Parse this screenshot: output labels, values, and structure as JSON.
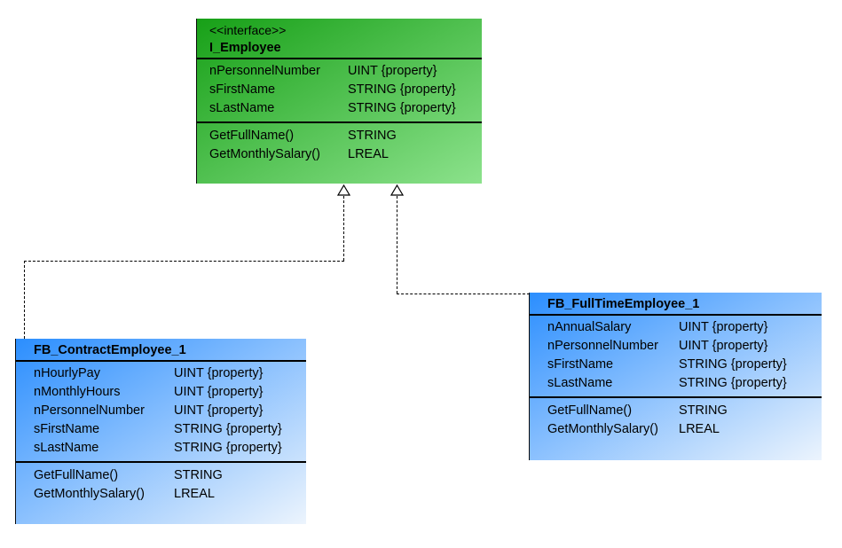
{
  "diagram": {
    "background_color": "#ffffff",
    "colors": {
      "interface_fill_start": "#17a017",
      "interface_fill_end": "#8ce28c",
      "class_fill_start": "#2b8efe",
      "class_fill_end": "#ecf4fd",
      "divider_line": "#000000",
      "connector_line": "#000000",
      "text": "#000000"
    },
    "classes": [
      {
        "name": "I_Employee",
        "stereotype": "<<interface>>",
        "attributes": [
          {
            "name": "nPersonnelNumber",
            "type": "UINT {property}"
          },
          {
            "name": "sFirstName",
            "type": "STRING {property}"
          },
          {
            "name": "sLastName",
            "type": "STRING {property}"
          }
        ],
        "methods": [
          {
            "name": "GetFullName()",
            "type": "STRING"
          },
          {
            "name": "GetMonthlySalary()",
            "type": "LREAL"
          }
        ]
      },
      {
        "name": "FB_ContractEmployee_1",
        "attributes": [
          {
            "name": "nHourlyPay",
            "type": "UINT {property}"
          },
          {
            "name": "nMonthlyHours",
            "type": "UINT {property}"
          },
          {
            "name": "nPersonnelNumber",
            "type": "UINT {property}"
          },
          {
            "name": "sFirstName",
            "type": "STRING {property}"
          },
          {
            "name": "sLastName",
            "type": "STRING {property}"
          }
        ],
        "methods": [
          {
            "name": "GetFullName()",
            "type": "STRING"
          },
          {
            "name": "GetMonthlySalary()",
            "type": "LREAL"
          }
        ]
      },
      {
        "name": "FB_FullTimeEmployee_1",
        "attributes": [
          {
            "name": "nAnnualSalary",
            "type": "UINT {property}"
          },
          {
            "name": "nPersonnelNumber",
            "type": "UINT {property}"
          },
          {
            "name": "sFirstName",
            "type": "STRING {property}"
          },
          {
            "name": "sLastName",
            "type": "STRING {property}"
          }
        ],
        "methods": [
          {
            "name": "GetFullName()",
            "type": "STRING"
          },
          {
            "name": "GetMonthlySalary()",
            "type": "LREAL"
          }
        ]
      }
    ],
    "relations": [
      {
        "type": "realization",
        "from": "FB_ContractEmployee_1",
        "to": "I_Employee"
      },
      {
        "type": "realization",
        "from": "FB_FullTimeEmployee_1",
        "to": "I_Employee"
      }
    ]
  }
}
